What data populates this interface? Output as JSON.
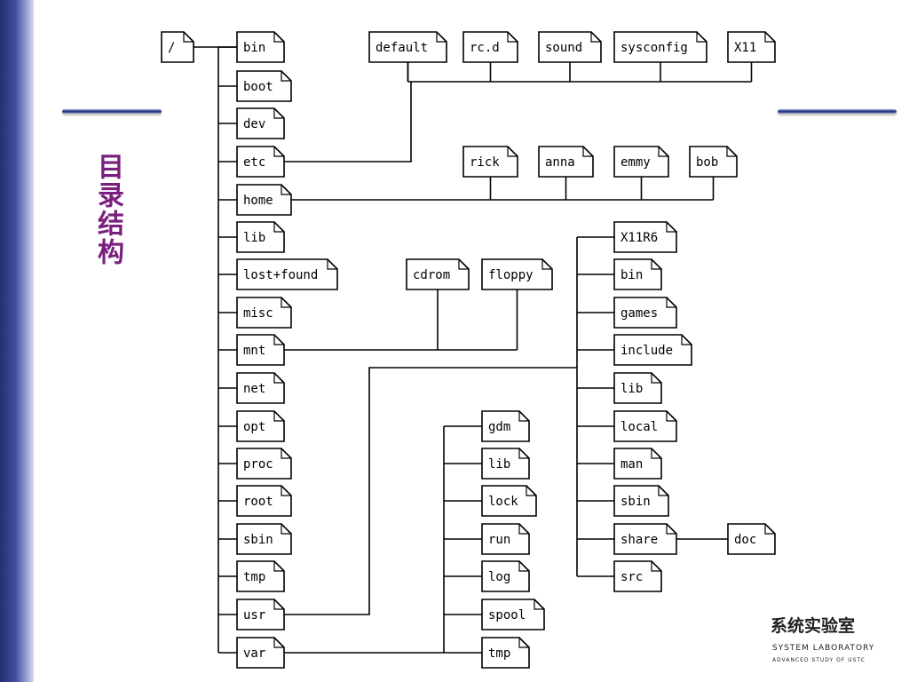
{
  "slide": {
    "title": "目录结构"
  },
  "logo": {
    "cn": "系统实验室",
    "en": "SYSTEM LABORATORY",
    "sub": "ADVANCED STUDY OF USTC"
  },
  "tree": {
    "root": "/",
    "top_dirs": [
      "bin",
      "boot",
      "dev",
      "etc",
      "home",
      "lib",
      "lost+found",
      "misc",
      "mnt",
      "net",
      "opt",
      "proc",
      "root",
      "sbin",
      "tmp",
      "usr",
      "var"
    ],
    "etc_children": [
      "default",
      "rc.d",
      "sound",
      "sysconfig",
      "X11"
    ],
    "home_children": [
      "rick",
      "anna",
      "emmy",
      "bob"
    ],
    "mnt_children": [
      "cdrom",
      "floppy"
    ],
    "usr_children": [
      "X11R6",
      "bin",
      "games",
      "include",
      "lib",
      "local",
      "man",
      "sbin",
      "share",
      "src"
    ],
    "var_children": [
      "gdm",
      "lib",
      "lock",
      "run",
      "log",
      "spool",
      "tmp"
    ],
    "share_children": [
      "doc"
    ]
  }
}
